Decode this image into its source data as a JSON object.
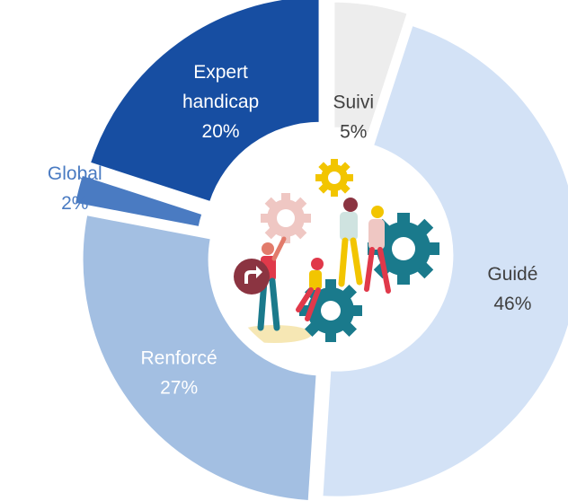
{
  "chart_data": {
    "type": "pie",
    "variant": "donut with exploded slices",
    "categories": [
      "Suivi",
      "Guidé",
      "Renforcé",
      "Global",
      "Expert handicap"
    ],
    "values": [
      5,
      46,
      27,
      2,
      20
    ],
    "labels": [
      {
        "name": [
          "Suivi"
        ],
        "pct": "5%"
      },
      {
        "name": [
          "Guidé"
        ],
        "pct": "46%"
      },
      {
        "name": [
          "Renforcé"
        ],
        "pct": "27%"
      },
      {
        "name": [
          "Global"
        ],
        "pct": "2%"
      },
      {
        "name": [
          "Expert",
          "handicap"
        ],
        "pct": "20%"
      }
    ],
    "colors": [
      "#ededed",
      "#d3e2f6",
      "#a3bfe2",
      "#4a7bc2",
      "#174ea2"
    ],
    "label_colors": [
      "#404040",
      "#404040",
      "#ffffff",
      "#4a7bc2",
      "#ffffff"
    ],
    "center_illustration": "people-and-gears-illustration",
    "legend": "none"
  }
}
